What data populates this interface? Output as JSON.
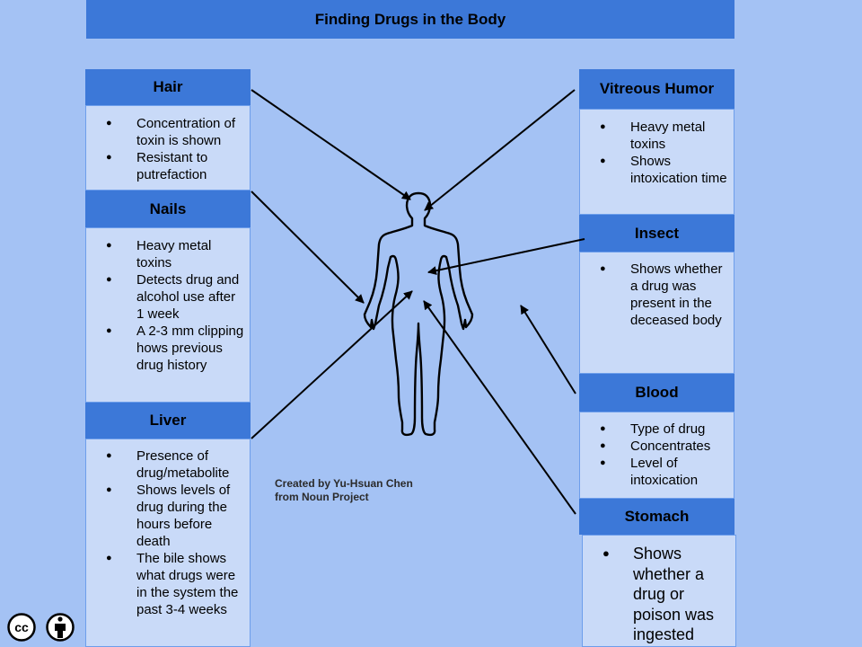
{
  "title": "Finding Drugs in the Body",
  "sections": {
    "hair": {
      "title": "Hair",
      "items": [
        "Concentration of toxin is shown",
        "Resistant to putrefaction"
      ]
    },
    "nails": {
      "title": "Nails",
      "items": [
        "Heavy metal toxins",
        "Detects drug and alcohol use after 1 week",
        "A 2-3 mm clipping hows previous drug history"
      ]
    },
    "liver": {
      "title": "Liver",
      "items": [
        "Presence of drug/metabolite",
        "Shows levels of drug during the hours before death",
        "The bile shows what drugs were in the system the past 3-4 weeks"
      ]
    },
    "vitreous": {
      "title": "Vitreous Humor",
      "items": [
        "Heavy metal toxins",
        "Shows intoxication time"
      ]
    },
    "insect": {
      "title": "Insect",
      "items": [
        "Shows whether a drug was present in the deceased body"
      ]
    },
    "blood": {
      "title": "Blood",
      "items": [
        "Type of drug",
        "Concentrates",
        "Level of intoxication"
      ]
    },
    "stomach": {
      "title": "Stomach",
      "items": [
        "Shows whether a drug or poison was ingested"
      ]
    }
  },
  "credit": {
    "line1": "Created by Yu-Hsuan Chen",
    "line2": "from Noun Project"
  },
  "license": {
    "cc": "cc"
  },
  "colors": {
    "background": "#a4c2f4",
    "header": "#3c78d8",
    "box": "#c9daf8"
  }
}
